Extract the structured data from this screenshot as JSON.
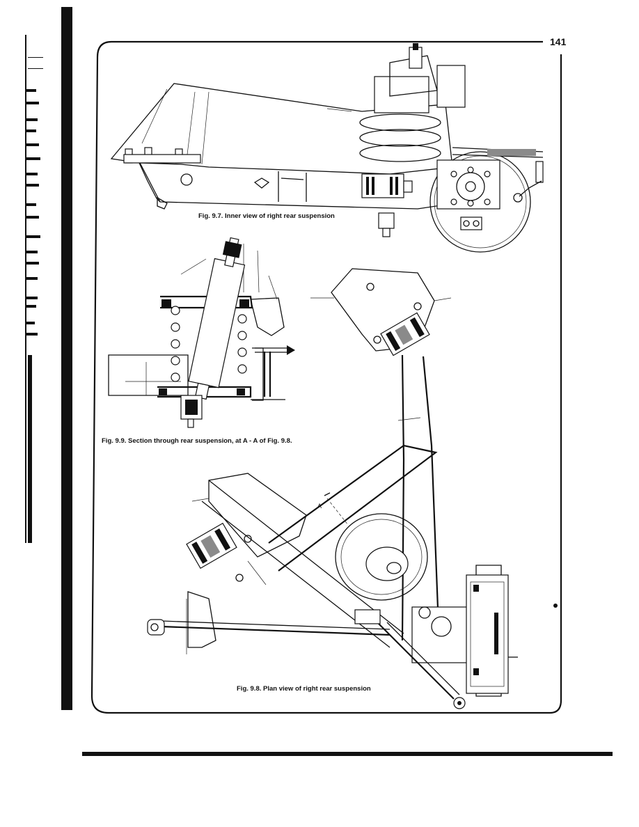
{
  "page": {
    "number": "141"
  },
  "figures": [
    {
      "caption": "Fig. 9.7. Inner view of right rear suspension"
    },
    {
      "caption": "Fig. 9.9. Section through rear suspension, at A - A of Fig. 9.8."
    },
    {
      "caption": "Fig. 9.8. Plan view of right rear suspension"
    }
  ],
  "annotations": {
    "section_marker": "A"
  }
}
